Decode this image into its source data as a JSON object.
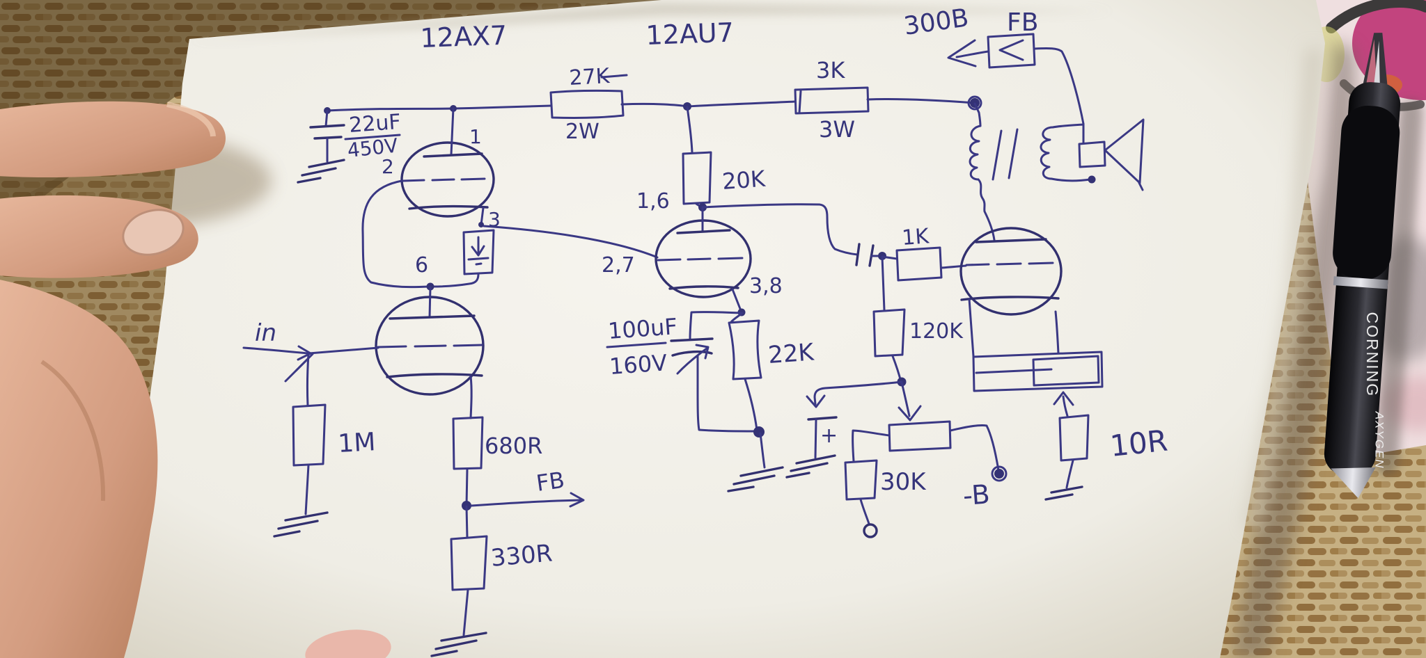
{
  "schematic": {
    "tubes": {
      "tube1": "12AX7",
      "tube2": "12AU7",
      "output_tube": "300B"
    },
    "feedback": {
      "top_label": "FB",
      "bottom_label": "FB"
    },
    "components": {
      "c_rail": {
        "value": "22uF",
        "voltage": "450V"
      },
      "r_plate1": {
        "value": "27K",
        "power": "2W"
      },
      "r_plate_out": {
        "value": "3K",
        "power": "3W"
      },
      "r_plate2": {
        "value": "20K"
      },
      "r_grid_out": {
        "value": "1K"
      },
      "r_bias_up": {
        "value": "120K"
      },
      "c_cathode2": {
        "value": "100uF",
        "voltage": "160V"
      },
      "r_cathode2": {
        "value": "22K"
      },
      "r_input": {
        "value": "1M"
      },
      "r_cathode1": {
        "value": "680R"
      },
      "r_fb": {
        "value": "330R"
      },
      "r_bias_low": {
        "value": "30K"
      },
      "r_cathode_out": {
        "value": "10R"
      }
    },
    "pins": {
      "p1": "1",
      "p2": "2",
      "p3": "3",
      "p6": "6",
      "p16": "1,6",
      "p27": "2,7",
      "p38": "3,8"
    },
    "terminals": {
      "input": "in",
      "neg_bias": "-B",
      "plus": "+"
    }
  },
  "photo": {
    "pen": {
      "line1": "CORNING",
      "line2": "AXYGEN"
    }
  }
}
